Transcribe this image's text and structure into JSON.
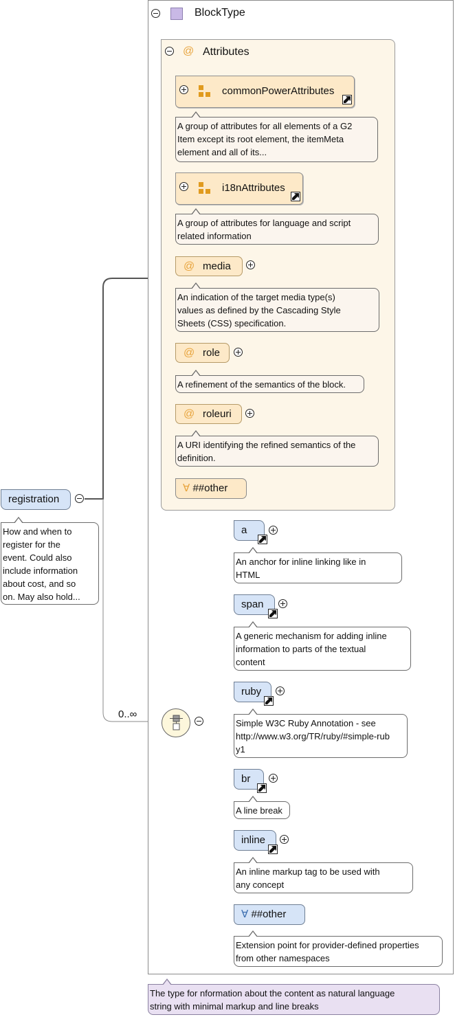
{
  "block_type": {
    "title": "BlockType"
  },
  "attributes_group": {
    "title": "Attributes"
  },
  "attribute_groups": [
    {
      "name": "commonPowerAttributes",
      "description": [
        "A group of attributes for all elements of a G2",
        "Item except its root element, the itemMeta",
        "element and all of its..."
      ]
    },
    {
      "name": "i18nAttributes",
      "description": [
        "A group of attributes for language and script",
        "related information"
      ]
    }
  ],
  "attributes": [
    {
      "name": "media",
      "description": [
        "An indication of the target media type(s)",
        "values as defined by the Cascading Style",
        "Sheets (CSS) specification."
      ]
    },
    {
      "name": "role",
      "description": [
        "A refinement of the semantics of the block."
      ]
    },
    {
      "name": "roleuri",
      "description": [
        "A URI identifying the refined semantics of the",
        "definition."
      ]
    }
  ],
  "any_attribute": {
    "label": "##other",
    "symbol": "∀"
  },
  "root": {
    "name": "registration",
    "description": [
      "How and when to",
      "register for the",
      "event. Could also",
      "include information",
      "about cost, and so",
      "on. May also hold..."
    ]
  },
  "sequence": {
    "cardinality": "0..∞"
  },
  "children": [
    {
      "name": "a",
      "description": [
        "An anchor for inline linking like in",
        "HTML"
      ]
    },
    {
      "name": "span",
      "description": [
        "A generic mechanism for adding inline",
        "information to parts of the textual",
        "content"
      ]
    },
    {
      "name": "ruby",
      "description": [
        "Simple W3C Ruby Annotation - see",
        "http://www.w3.org/TR/ruby/#simple-rub",
        "y1"
      ]
    },
    {
      "name": "br",
      "description": [
        "A line break"
      ]
    },
    {
      "name": "inline",
      "description": [
        "An inline markup tag to be used with",
        "any concept"
      ]
    }
  ],
  "any_element": {
    "label": "##other",
    "symbol": "∀",
    "description": [
      "Extension point for provider-defined properties",
      "from other namespaces"
    ]
  },
  "type_description": [
    "The type for nformation about the content as natural language",
    "string with minimal markup and line breaks"
  ],
  "colors": {
    "element_fill": "#d6e4f7",
    "attribute_fill": "#fde9c8",
    "attribute_box": "#fdf6e8",
    "type_note": "#e9e0f2",
    "icon_orange": "#e09a1e"
  },
  "icons": [
    "collapse-icon",
    "expand-icon",
    "reference-arrow-icon",
    "attribute-at-icon",
    "attribute-group-icon",
    "sequence-icon",
    "complex-type-icon"
  ]
}
